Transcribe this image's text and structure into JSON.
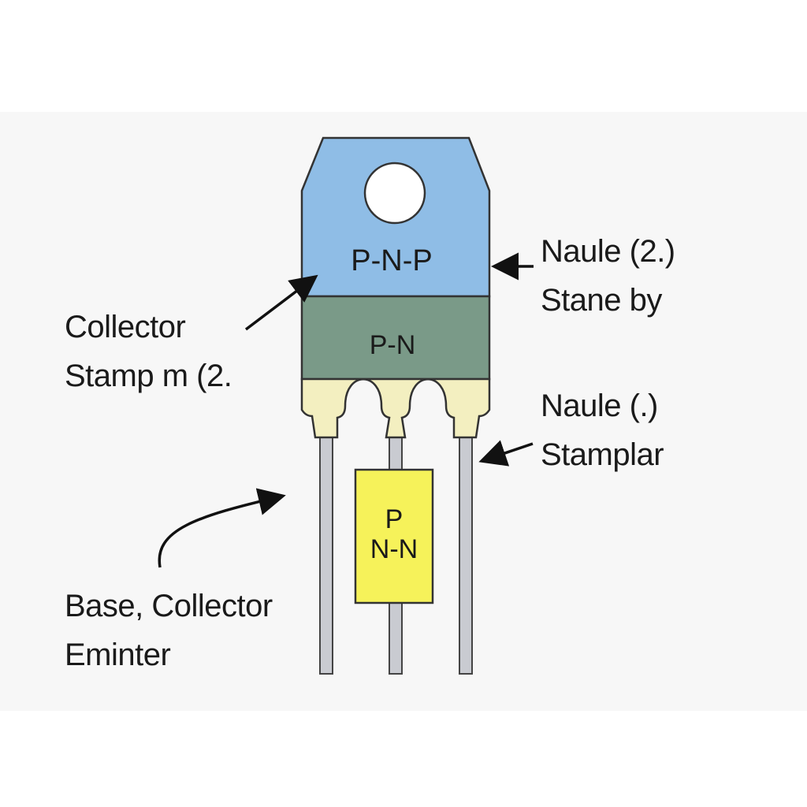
{
  "colors": {
    "tab": "#8fbde6",
    "middle": "#7a9a88",
    "base": "#f3efc0",
    "chip": "#f6f25a",
    "outline": "#333333",
    "lead": "#c9cbd1",
    "text": "#1a1a1a"
  },
  "package": {
    "top_region": "P-N-P",
    "middle_region": "P-N",
    "chip_line1": "P",
    "chip_line2": "N-N"
  },
  "labels": {
    "left_top": {
      "line1": "Collector",
      "line2": "Stamp m (2."
    },
    "left_bottom": {
      "line1": "Base, Collector",
      "line2": "Eminter"
    },
    "right_top": {
      "line1": "Naule (2.)",
      "line2": "Stane by"
    },
    "right_bottom": {
      "line1": "Naule (.)",
      "line2": "Stamplar"
    }
  }
}
